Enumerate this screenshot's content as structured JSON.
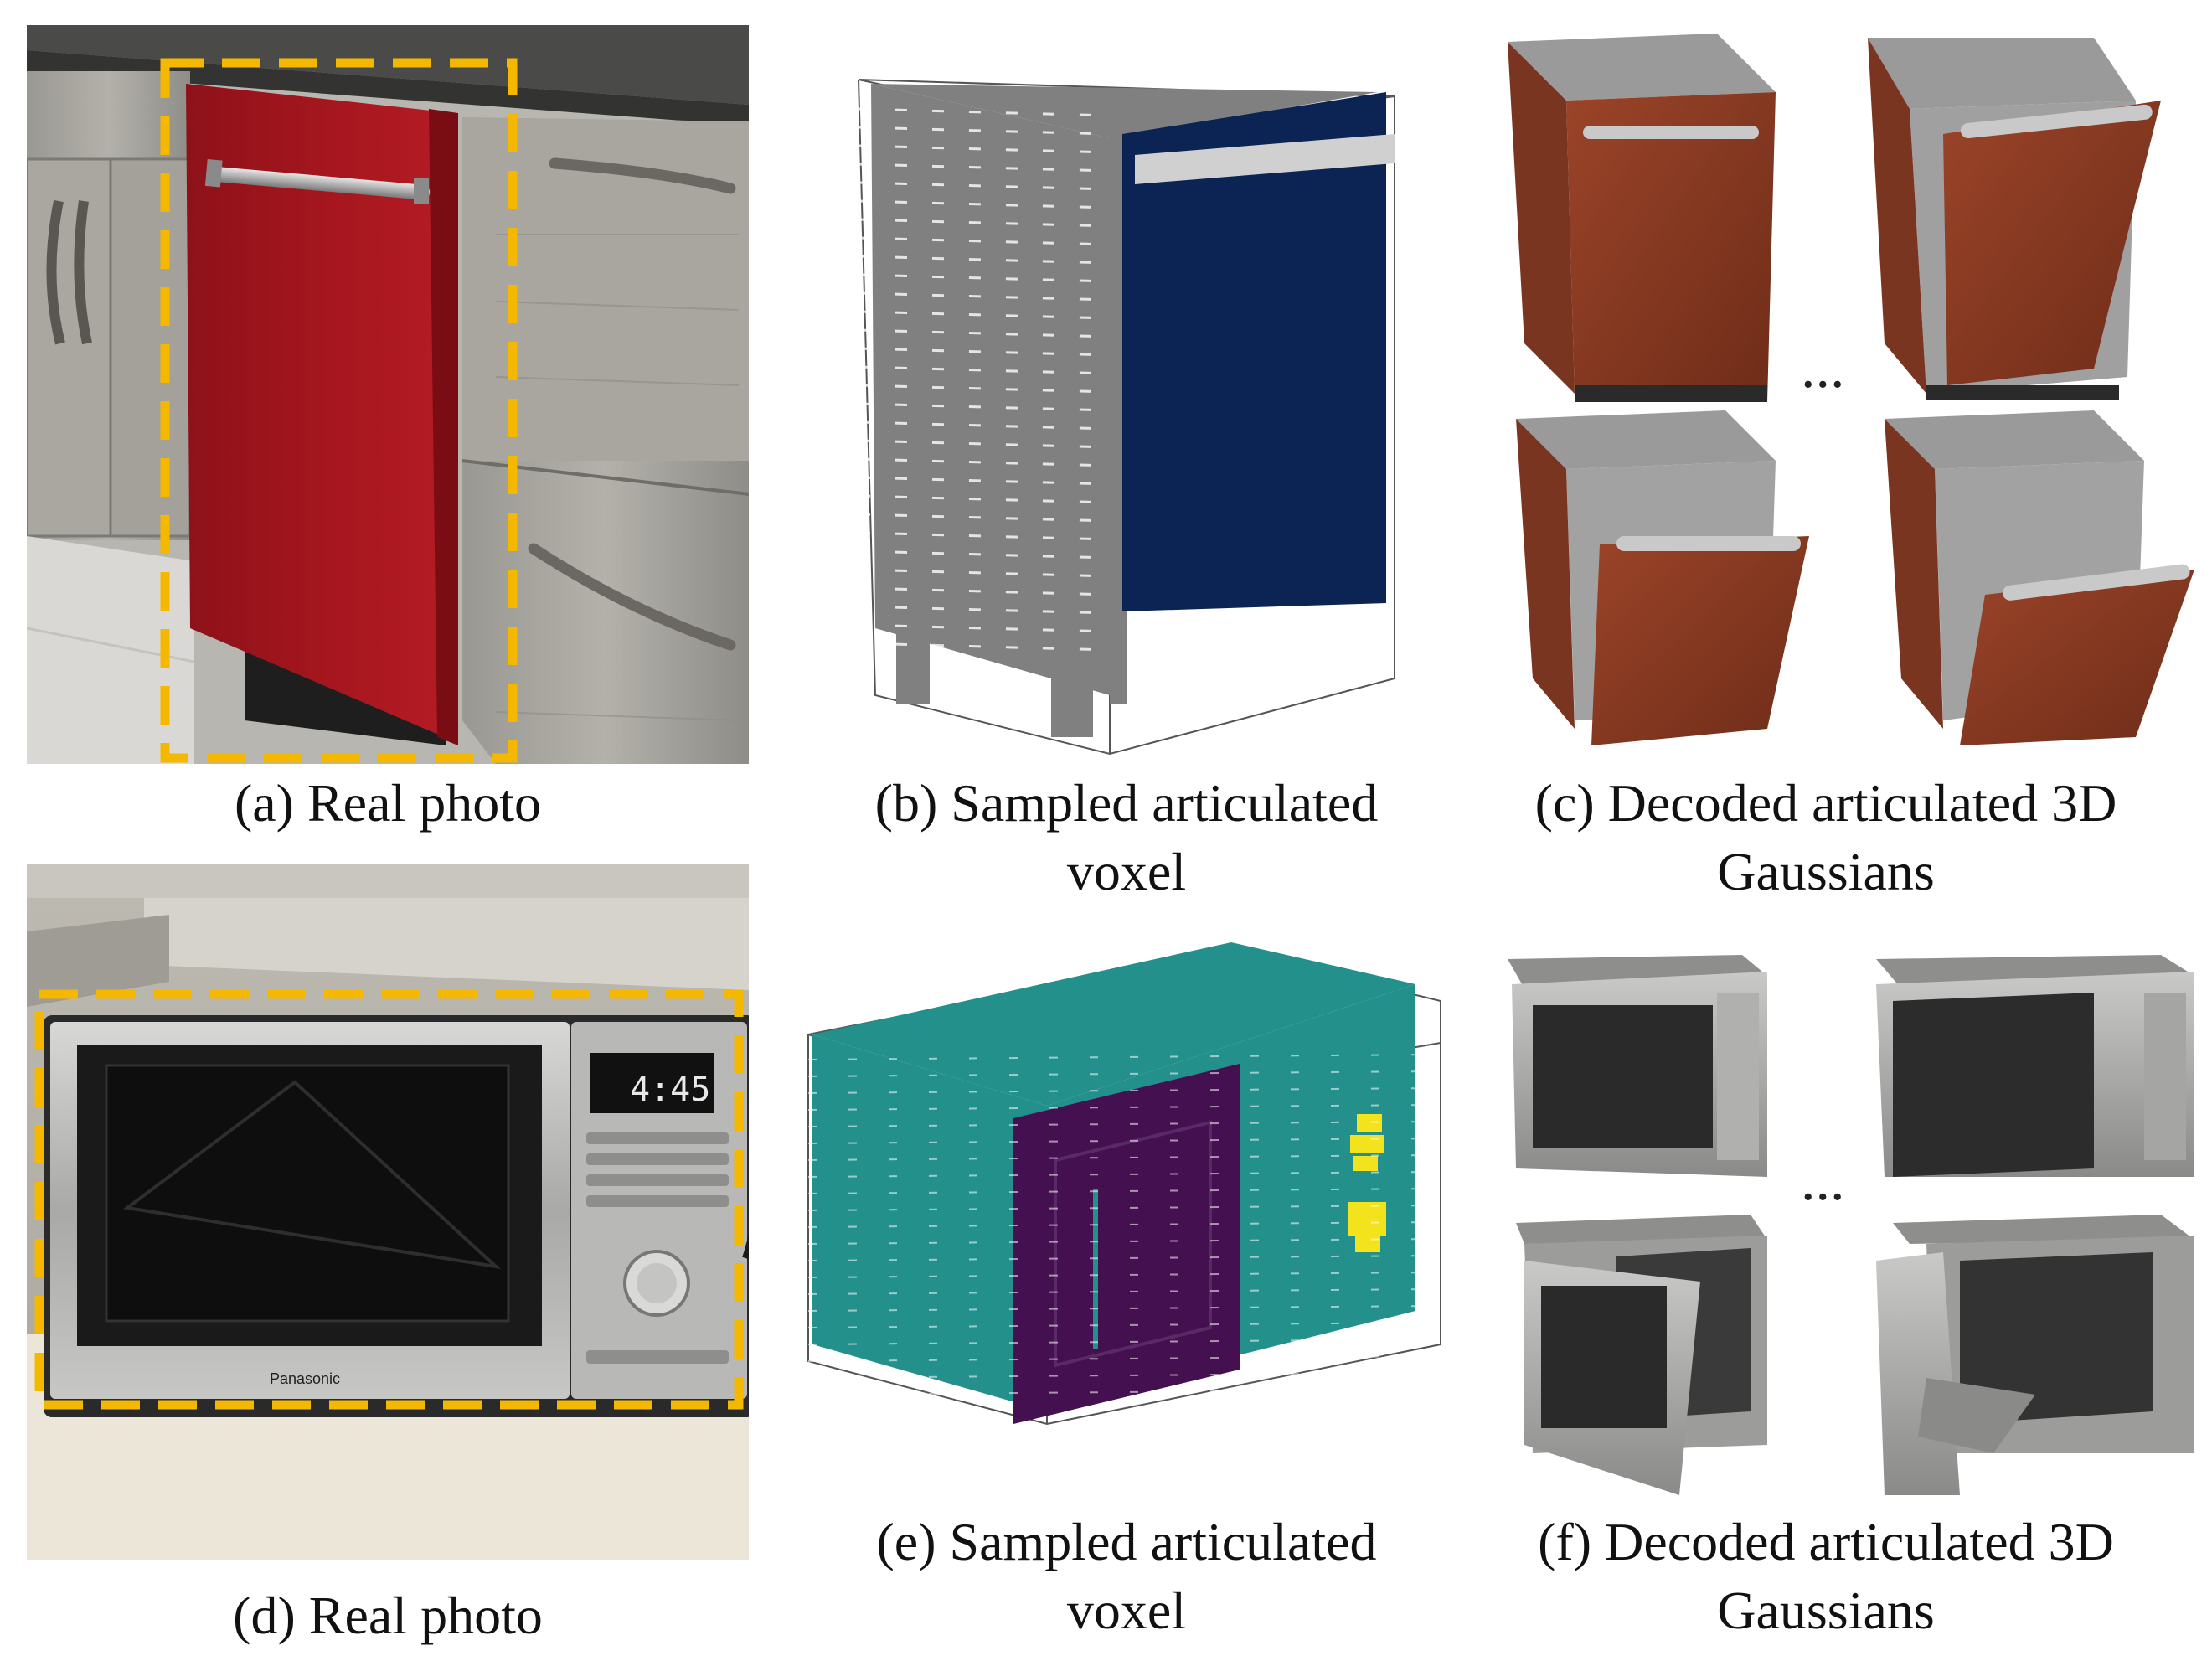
{
  "figure": {
    "panels": [
      {
        "id": "a",
        "caption": "(a) Real photo",
        "content": "photo of a dishwasher with red front panel between kitchen cabinets"
      },
      {
        "id": "b",
        "caption_line1": "(b) Sampled articulated",
        "caption_line2": "voxel"
      },
      {
        "id": "c",
        "caption_line1": "(c) Decoded articulated 3D",
        "caption_line2": "Gaussians",
        "ellipsis": "..."
      },
      {
        "id": "d",
        "caption": "(d) Real photo",
        "brand_text": "Panasonic",
        "clock_text": "4:45"
      },
      {
        "id": "e",
        "caption_line1": "(e) Sampled articulated",
        "caption_line2": "voxel"
      },
      {
        "id": "f",
        "caption_line1": "(f) Decoded articulated 3D",
        "caption_line2": "Gaussians",
        "ellipsis": "..."
      }
    ]
  },
  "colors": {
    "highlight_box": "#f5b800",
    "voxel_body_gray": "#808080",
    "voxel_door_navy": "#0b2454",
    "voxel_handle_light": "#d0d0d0",
    "voxel_body_teal": "#23908c",
    "voxel_door_purple": "#44104f",
    "voxel_button_yellow": "#f2e31d",
    "dishwasher_red": "#a3161f",
    "gaussian_brown": "#8a3a22"
  }
}
